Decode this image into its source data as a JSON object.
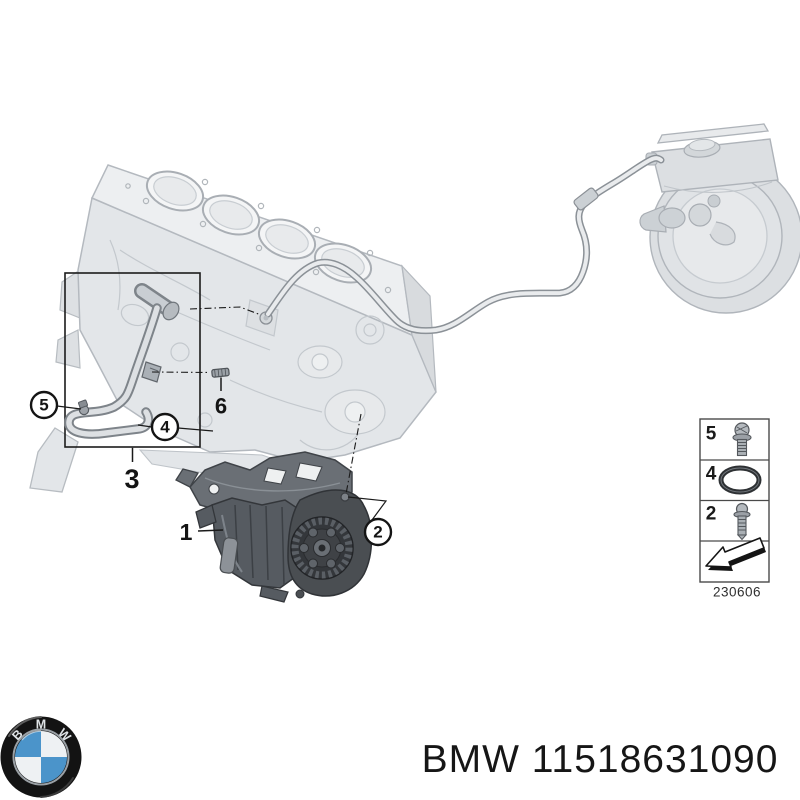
{
  "product": {
    "brand": "BMW",
    "part_number": "11518631090",
    "part_label": "BMW 11518631090"
  },
  "diagram": {
    "description": "Vacuum pump with tubes mounting diagram",
    "callouts": {
      "n1": "1",
      "n2": "2",
      "n3": "3",
      "n4": "4",
      "n5": "5",
      "n6": "6"
    },
    "legend": {
      "rows": [
        {
          "label": "5",
          "icon": "bolt-icon"
        },
        {
          "label": "4",
          "icon": "o-ring-icon"
        },
        {
          "label": "2",
          "icon": "bolt-icon"
        },
        {
          "label": "",
          "icon": "direction-arrow-icon"
        }
      ],
      "date_code": "230606"
    }
  },
  "logo": {
    "letters": {
      "b": "B",
      "m": "M",
      "w": "W"
    }
  },
  "colors": {
    "background": "#ffffff",
    "line_art_gray": "#aeb4ba",
    "light_fill": "#e2e5e8",
    "callout_line": "#1a1a1a",
    "pump_dark": "#54595f",
    "bmw_blue": "#4b94ca",
    "text": "#161616"
  }
}
